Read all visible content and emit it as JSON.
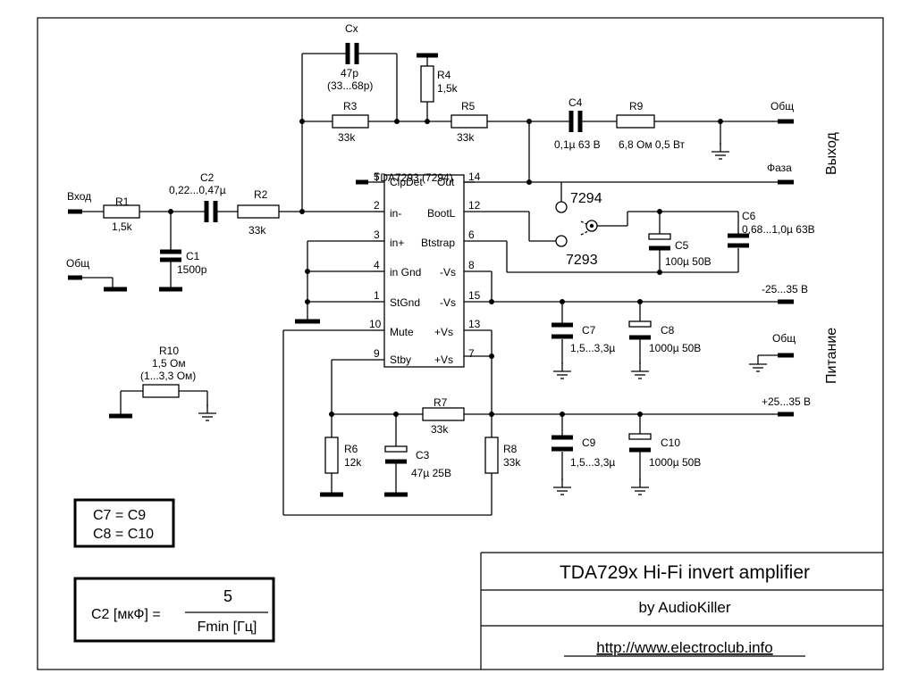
{
  "ic": {
    "name": "TDA7293 (7294)",
    "pins_left": [
      {
        "num": "5",
        "name": "ClpDet"
      },
      {
        "num": "2",
        "name": "in-"
      },
      {
        "num": "3",
        "name": "in+"
      },
      {
        "num": "4",
        "name": "in Gnd"
      },
      {
        "num": "1",
        "name": "StGnd"
      },
      {
        "num": "10",
        "name": "Mute"
      },
      {
        "num": "9",
        "name": "Stby"
      }
    ],
    "pins_right": [
      {
        "num": "14",
        "name": "Out"
      },
      {
        "num": "12",
        "name": "BootL"
      },
      {
        "num": "6",
        "name": "Btstrap"
      },
      {
        "num": "8",
        "name": "-Vs"
      },
      {
        "num": "15",
        "name": "-Vs"
      },
      {
        "num": "13",
        "name": "+Vs"
      },
      {
        "num": "7",
        "name": "+Vs"
      }
    ]
  },
  "nets": {
    "input": "Вход",
    "gnd_input": "Общ",
    "gnd_output": "Общ",
    "phase": "Фаза",
    "output_group": "Выход",
    "neg_supply": "-25...35 В",
    "pos_supply": "+25...35 В",
    "gnd_supply": "Общ",
    "supply_group": "Питание"
  },
  "components": {
    "cx": {
      "ref": "Cx",
      "value": "47p",
      "range": "(33...68p)"
    },
    "r1": {
      "ref": "R1",
      "value": "1,5k"
    },
    "r2": {
      "ref": "R2",
      "value": "33k"
    },
    "r3": {
      "ref": "R3",
      "value": "33k"
    },
    "r4": {
      "ref": "R4",
      "value": "1,5k"
    },
    "r5": {
      "ref": "R5",
      "value": "33k"
    },
    "r6": {
      "ref": "R6",
      "value": "12k"
    },
    "r7": {
      "ref": "R7",
      "value": "33k"
    },
    "r8": {
      "ref": "R8",
      "value": "33k"
    },
    "r9": {
      "ref": "R9",
      "value": "6,8 Ом 0,5 Вт"
    },
    "r10": {
      "ref": "R10",
      "value": "1,5 Ом",
      "range": "(1...3,3 Ом)"
    },
    "c1": {
      "ref": "C1",
      "value": "1500p"
    },
    "c2": {
      "ref": "C2",
      "value": "0,22...0,47µ"
    },
    "c3": {
      "ref": "C3",
      "value": "47µ 25В"
    },
    "c4": {
      "ref": "C4",
      "value": "0,1µ 63 В"
    },
    "c5": {
      "ref": "C5",
      "value": "100µ 50В"
    },
    "c6": {
      "ref": "C6",
      "value": "0,68...1,0µ 63В"
    },
    "c7": {
      "ref": "C7",
      "value": "1,5...3,3µ"
    },
    "c8": {
      "ref": "C8",
      "value": "1000µ 50В"
    },
    "c9": {
      "ref": "C9",
      "value": "1,5...3,3µ"
    },
    "c10": {
      "ref": "C10",
      "value": "1000µ 50В"
    }
  },
  "switch": {
    "option_a": "7294",
    "option_b": "7293"
  },
  "notes": {
    "equality_1": "C7 = C9",
    "equality_2": "C8 = C10",
    "formula_lhs": "C2 [мкФ] =",
    "formula_num": "5",
    "formula_den": "Fmin [Гц]"
  },
  "title_block": {
    "title": "TDA729x Hi-Fi invert amplifier",
    "author": "by AudioKiller",
    "url": "http://www.electroclub.info"
  }
}
